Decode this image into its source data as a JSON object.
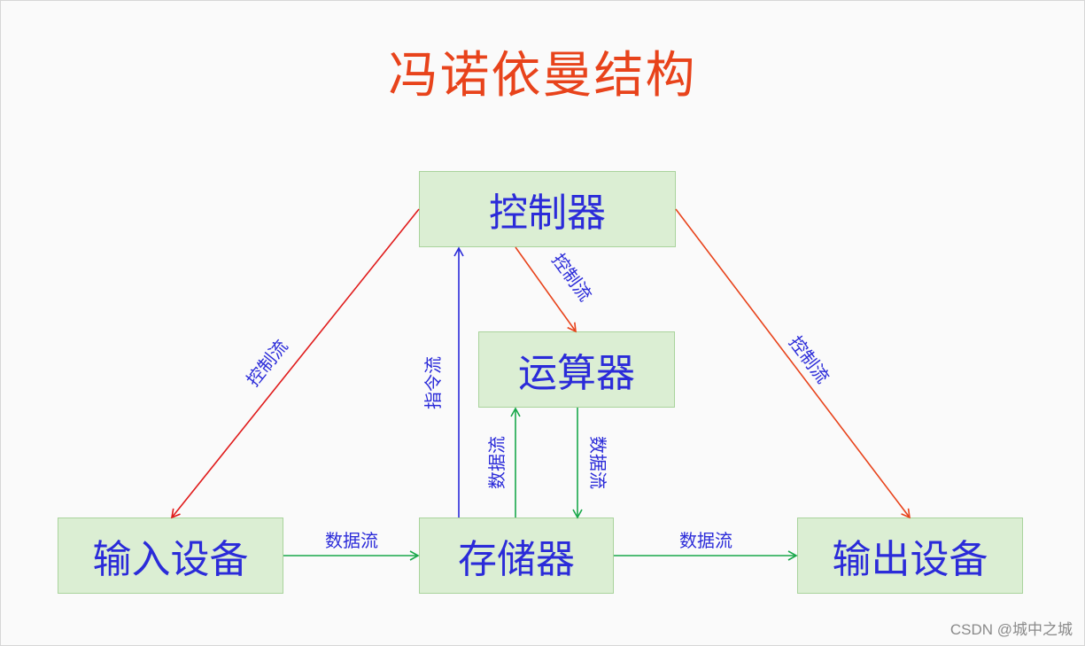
{
  "title": "冯诺依曼结构",
  "nodes": {
    "controller": "控制器",
    "alu": "运算器",
    "input": "输入设备",
    "memory": "存储器",
    "output": "输出设备"
  },
  "edges": {
    "controller_to_input": "控制流",
    "controller_to_alu": "控制流",
    "controller_to_output": "控制流",
    "memory_to_controller": "指令流",
    "memory_to_alu": "数据流",
    "alu_to_memory": "数据流",
    "input_to_memory": "数据流",
    "memory_to_output": "数据流"
  },
  "colors": {
    "title": "#e8431b",
    "node_text": "#2b2bd9",
    "node_fill": "#dbeed3",
    "control_flow_left": "#e01b1b",
    "control_flow_right": "#e8431b",
    "instruction_flow": "#2b2bd9",
    "data_flow": "#19a84a"
  },
  "watermark": "CSDN @城中之城"
}
